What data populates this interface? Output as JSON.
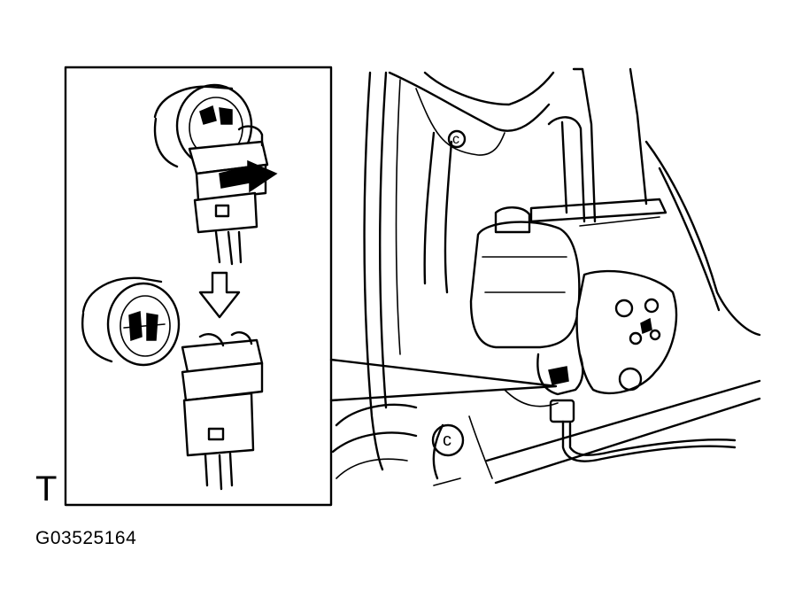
{
  "corner_mark": "T",
  "figure_code": "G03525164",
  "callout_letters": [
    "c",
    "c"
  ],
  "colors": {
    "ink": "#000000",
    "paper": "#ffffff"
  },
  "icons": [
    "connector-disconnect-arrow-icon",
    "downward-arrow-icon"
  ]
}
